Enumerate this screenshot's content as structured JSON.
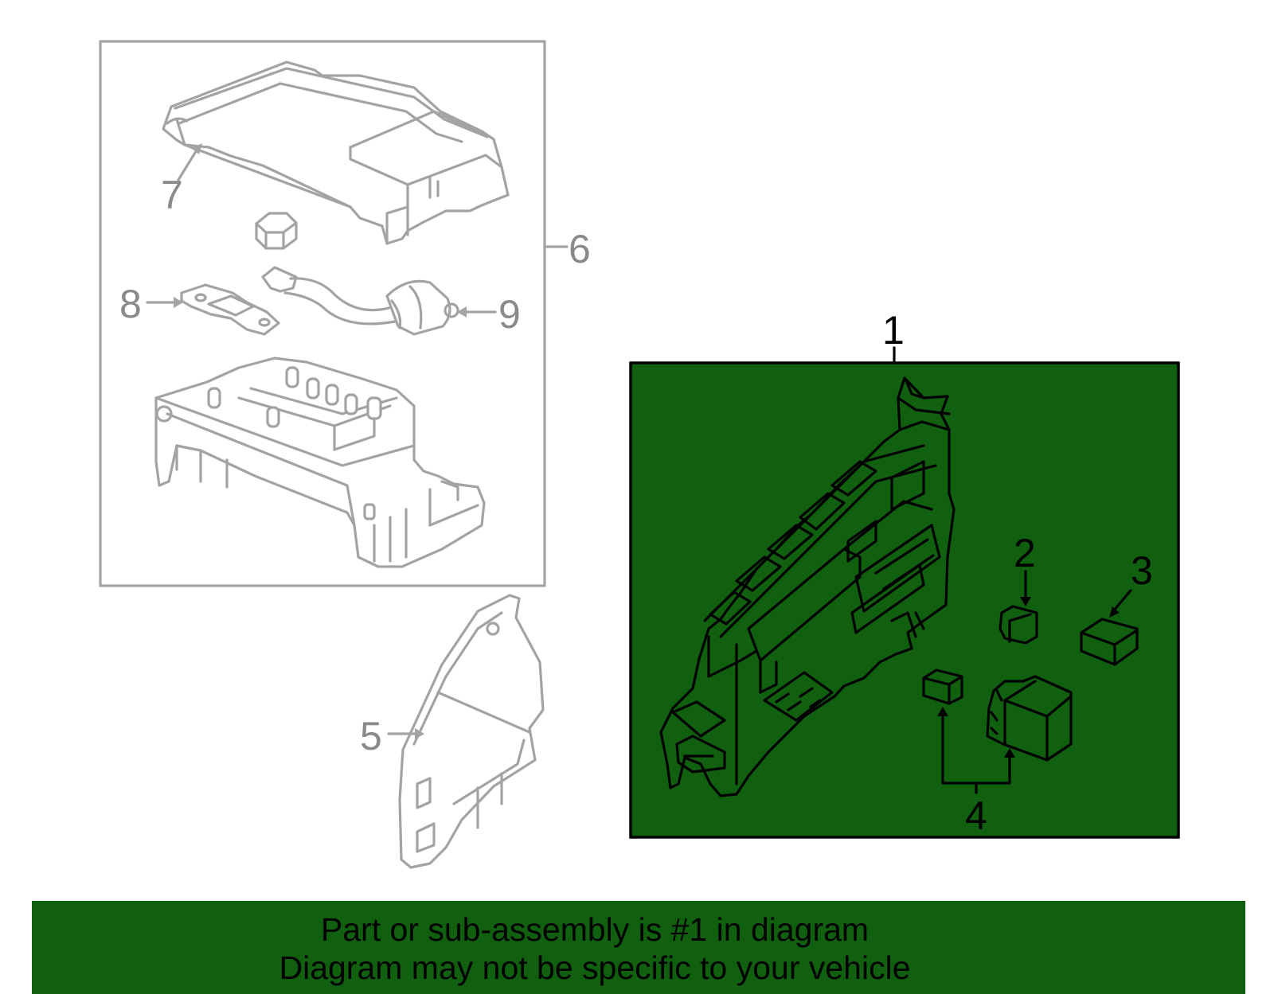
{
  "callouts": {
    "c1": "1",
    "c2": "2",
    "c3": "3",
    "c4": "4",
    "c5": "5",
    "c6": "6",
    "c7": "7",
    "c8": "8",
    "c9": "9"
  },
  "colors": {
    "highlight": "#106010",
    "outline_dark": "#000000",
    "outline_gray": "#a3a3a3"
  },
  "caption": {
    "line1": "Part or sub-assembly is #1 in diagram",
    "line2": "Diagram may not be specific to your vehicle"
  }
}
